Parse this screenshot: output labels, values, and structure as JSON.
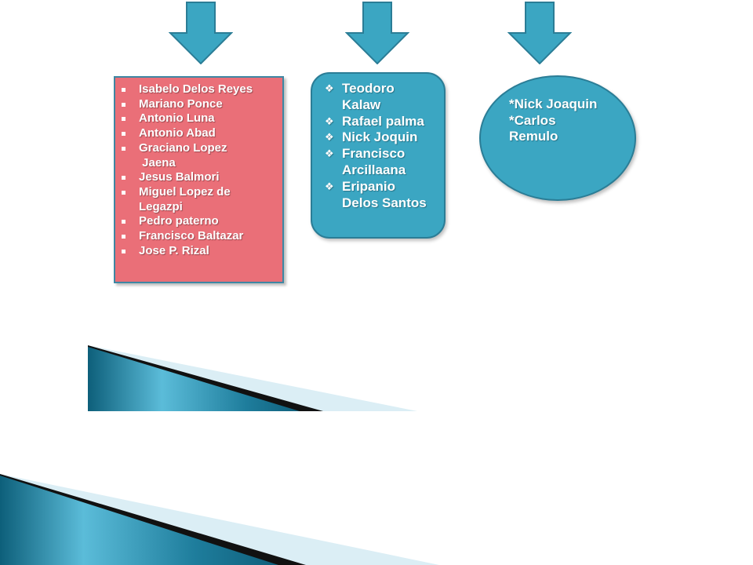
{
  "colors": {
    "arrow": "#3ba6c2",
    "box_red": "#ea6f78",
    "box_teal": "#3ba6c2",
    "text": "#ffffff"
  },
  "arrows": [
    {
      "icon": "down-arrow-icon"
    },
    {
      "icon": "down-arrow-icon"
    },
    {
      "icon": "down-arrow-icon"
    }
  ],
  "box_red": {
    "bullet_icon": "square-bullet-icon",
    "items": [
      {
        "line1": "Isabelo Delos Reyes",
        "line2": ""
      },
      {
        "line1": "Mariano Ponce",
        "line2": ""
      },
      {
        "line1": "Antonio Luna",
        "line2": ""
      },
      {
        "line1": "Antonio Abad",
        "line2": ""
      },
      {
        "line1": "Graciano Lopez",
        "line2": " Jaena"
      },
      {
        "line1": "Jesus Balmori",
        "line2": ""
      },
      {
        "line1": "Miguel Lopez de",
        "line2": "Legazpi"
      },
      {
        "line1": "Pedro paterno",
        "line2": ""
      },
      {
        "line1": "Francisco Baltazar",
        "line2": ""
      },
      {
        "line1": "Jose P. Rizal",
        "line2": ""
      }
    ]
  },
  "box_teal": {
    "bullet_icon": "diamond-bullet-icon",
    "bullet_glyph": "❖",
    "items": [
      {
        "line1": "Teodoro",
        "line2": "Kalaw"
      },
      {
        "line1": "Rafael palma",
        "line2": ""
      },
      {
        "line1": "Nick Joquin",
        "line2": ""
      },
      {
        "line1": "Francisco",
        "line2": "Arcillaana"
      },
      {
        "line1": "Eripanio",
        "line2": "Delos Santos"
      }
    ]
  },
  "ellipse": {
    "lines": [
      "*Nick Joaquin",
      "*Carlos",
      "Remulo"
    ]
  }
}
